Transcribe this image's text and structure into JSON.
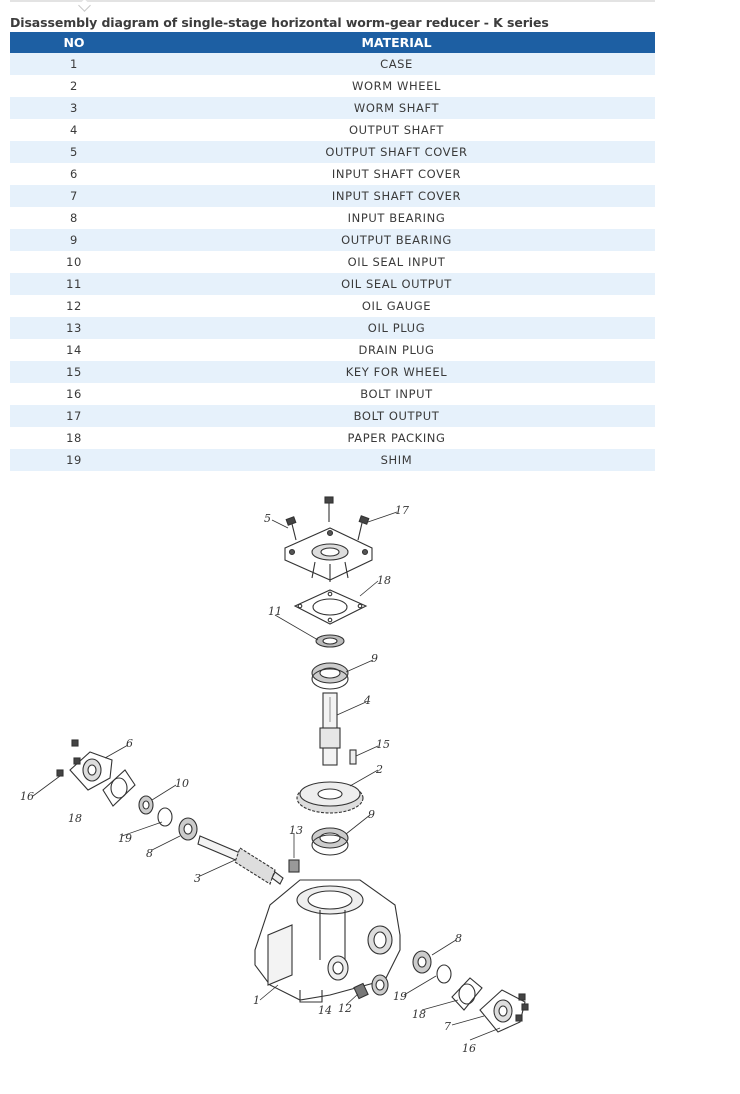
{
  "caption": "Disassembly diagram of single-stage horizontal worm-gear reducer - K series",
  "table": {
    "headers": {
      "no": "NO",
      "material": "MATERIAL"
    },
    "rows": [
      {
        "no": "1",
        "material": "CASE"
      },
      {
        "no": "2",
        "material": "WORM WHEEL"
      },
      {
        "no": "3",
        "material": "WORM SHAFT"
      },
      {
        "no": "4",
        "material": "OUTPUT SHAFT"
      },
      {
        "no": "5",
        "material": "OUTPUT SHAFT COVER"
      },
      {
        "no": "6",
        "material": "INPUT SHAFT COVER"
      },
      {
        "no": "7",
        "material": "INPUT SHAFT COVER"
      },
      {
        "no": "8",
        "material": "INPUT BEARING"
      },
      {
        "no": "9",
        "material": "OUTPUT BEARING"
      },
      {
        "no": "10",
        "material": "OIL SEAL INPUT"
      },
      {
        "no": "11",
        "material": "OIL SEAL OUTPUT"
      },
      {
        "no": "12",
        "material": "OIL GAUGE"
      },
      {
        "no": "13",
        "material": "OIL PLUG"
      },
      {
        "no": "14",
        "material": "DRAIN PLUG"
      },
      {
        "no": "15",
        "material": "KEY FOR WHEEL"
      },
      {
        "no": "16",
        "material": "BOLT INPUT"
      },
      {
        "no": "17",
        "material": "BOLT OUTPUT"
      },
      {
        "no": "18",
        "material": "PAPER PACKING"
      },
      {
        "no": "19",
        "material": "SHIM"
      }
    ]
  },
  "diagram": {
    "callouts": {
      "c1": "1",
      "c2": "2",
      "c3": "3",
      "c4": "4",
      "c5": "5",
      "c6": "6",
      "c7": "7",
      "c8a": "8",
      "c8b": "8",
      "c9a": "9",
      "c9b": "9",
      "c10": "10",
      "c11": "11",
      "c12": "12",
      "c13": "13",
      "c14": "14",
      "c15": "15",
      "c16a": "16",
      "c16b": "16",
      "c17": "17",
      "c18a": "18",
      "c18b": "18",
      "c18c": "18",
      "c19a": "19",
      "c19b": "19"
    }
  }
}
